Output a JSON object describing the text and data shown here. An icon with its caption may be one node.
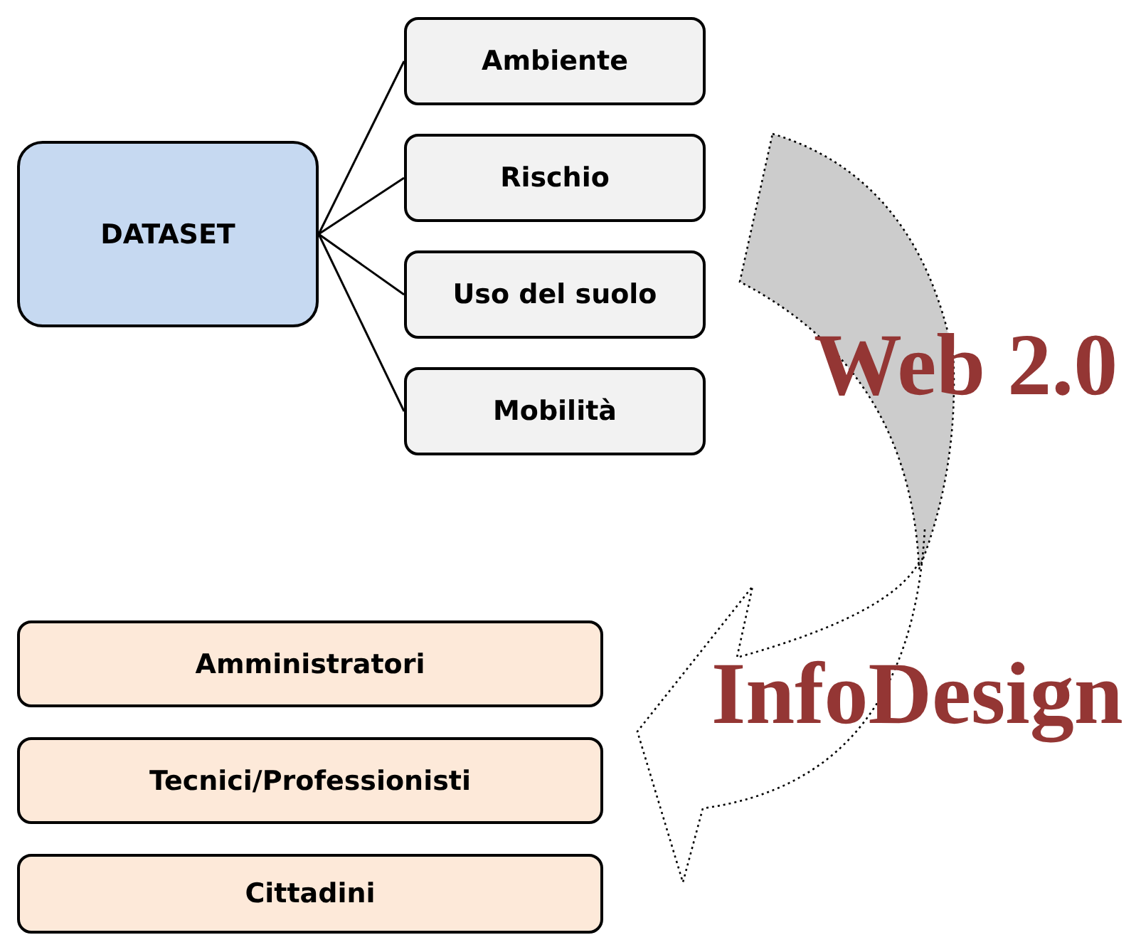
{
  "diagram": {
    "nodes": [
      {
        "text": [
          "DATASET"
        ]
      },
      {
        "text": [
          "Ambiente"
        ]
      },
      {
        "text": [
          "Rischio"
        ]
      },
      {
        "text": [
          "Uso del suolo"
        ]
      },
      {
        "text": [
          "Mobilità"
        ]
      },
      {
        "text": [
          "Amministratori"
        ]
      },
      {
        "text": [
          "Tecnici/Professionisti"
        ]
      },
      {
        "text": [
          "Cittadini"
        ]
      }
    ],
    "edges": [
      {
        "from": 0,
        "to": 1,
        "arrow": "none"
      },
      {
        "from": 0,
        "to": 2,
        "arrow": "none"
      },
      {
        "from": 0,
        "to": 3,
        "arrow": "none"
      },
      {
        "from": 0,
        "to": 4,
        "arrow": "none"
      }
    ],
    "labels": [
      "Web 2.0",
      "InfoDesign"
    ]
  }
}
